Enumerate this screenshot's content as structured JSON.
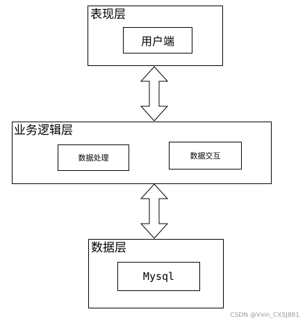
{
  "diagram": {
    "presentation_layer": {
      "title": "表现层",
      "items": [
        "用户端"
      ]
    },
    "business_layer": {
      "title": "业务逻辑层",
      "items": [
        "数据处理",
        "数据交互"
      ]
    },
    "data_layer": {
      "title": "数据层",
      "items": [
        "Mysql"
      ]
    },
    "connections": [
      {
        "from": "表现层",
        "to": "业务逻辑层",
        "type": "bidirectional"
      },
      {
        "from": "业务逻辑层",
        "to": "数据层",
        "type": "bidirectional"
      }
    ]
  },
  "watermark": "CSDN @Vxin_CXSJ881"
}
